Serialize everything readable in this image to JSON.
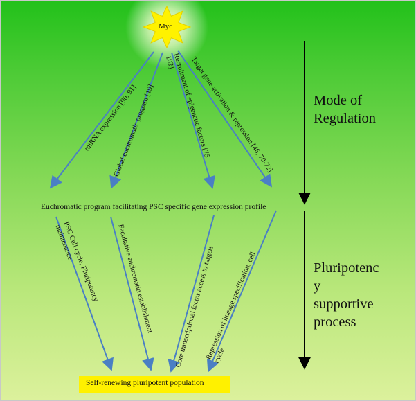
{
  "source_node": {
    "label": "Myc"
  },
  "section_top": {
    "title_lines": [
      "Mode of",
      "Regulation"
    ]
  },
  "section_bottom": {
    "title_lines": [
      "Pluripotenc",
      "y",
      "supportive",
      "process"
    ]
  },
  "top_arrows": [
    {
      "label": "miRNA expression [90, 91]"
    },
    {
      "label": "Global euchromatic program [19]"
    },
    {
      "label": "Recruitment of epigenetic factors [75,",
      "label_line2": "102]"
    },
    {
      "label": "Target gene activation & repression [46, 70-72]"
    }
  ],
  "middle_text": "Euchromatic program facilitating PSC specific gene expression profile",
  "bottom_arrows": [
    {
      "label": "PSC Cell cycle, Pluripotency",
      "label_line2": "maintenance"
    },
    {
      "label": "Facultative euchromatin establishment"
    },
    {
      "label": "Core transcriptional factor access to targets"
    },
    {
      "label": "Repression of lineage specification, cell",
      "label_line2": "cycle"
    }
  ],
  "outcome_box": {
    "label": "Self-renewing pluripotent population"
  },
  "colors": {
    "arrow": "#4a7fc4",
    "star_fill": "#fff200",
    "outcome_fill": "#fff100",
    "side_arrow": "#000000"
  }
}
